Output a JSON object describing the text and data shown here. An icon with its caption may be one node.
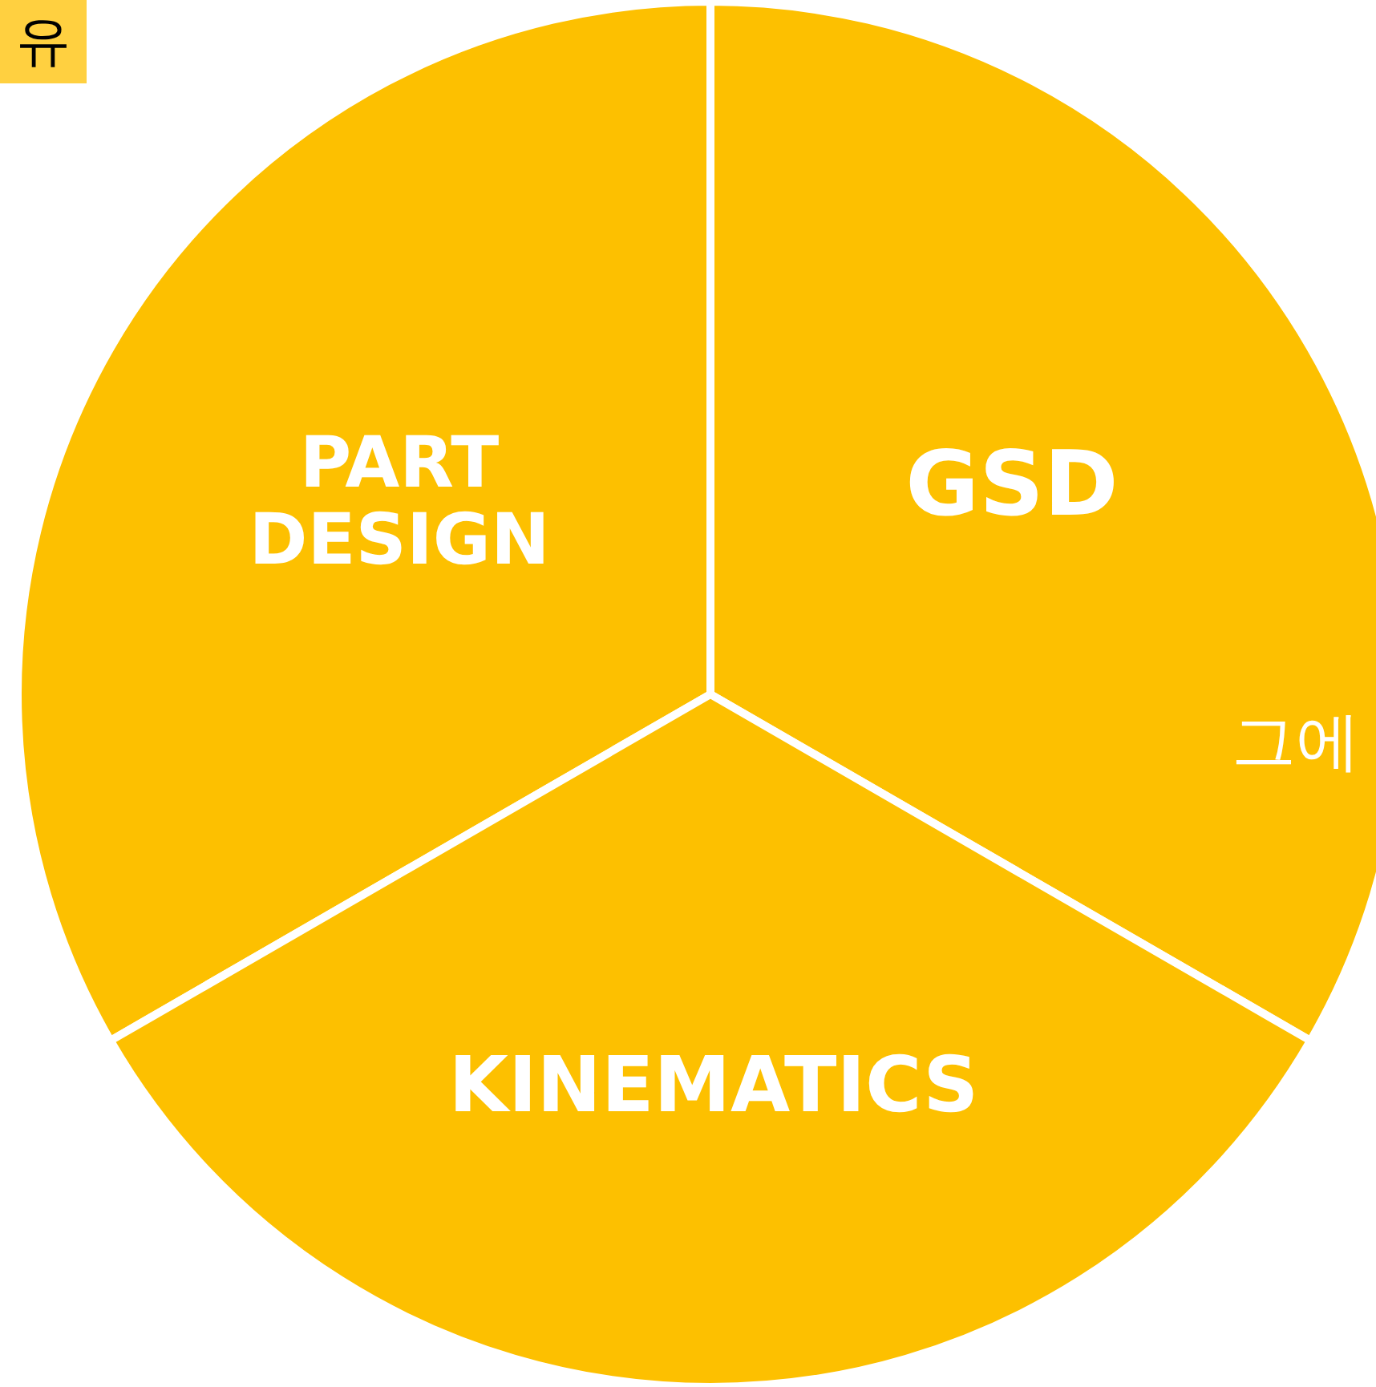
{
  "diagram": {
    "nodes": [
      {
        "text": [
          "PART DESIGN"
        ]
      },
      {
        "text": [
          "GSD"
        ]
      },
      {
        "text": [
          "KINEMATICS"
        ]
      }
    ],
    "edges": [],
    "labels": [
      "유",
      "그에"
    ]
  }
}
